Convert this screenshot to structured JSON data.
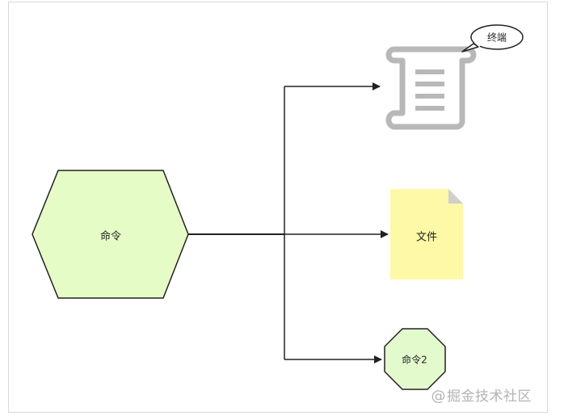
{
  "nodes": {
    "command": {
      "label": "命令"
    },
    "terminal": {
      "label": "终端"
    },
    "file": {
      "label": "文件"
    },
    "command2": {
      "label": "命令2"
    }
  },
  "watermark": {
    "symbol": "@",
    "text": "掘金技术社区"
  },
  "colors": {
    "hexagon_fill": "#e6fcc6",
    "octagon_fill": "#e3fbcc",
    "note_fill": "#fdf9a6",
    "note_fold": "#cfcfcf",
    "stroke": "#222222",
    "terminal_icon": "#b8b8b8"
  },
  "icons": {
    "terminal": "scroll-document-icon"
  }
}
